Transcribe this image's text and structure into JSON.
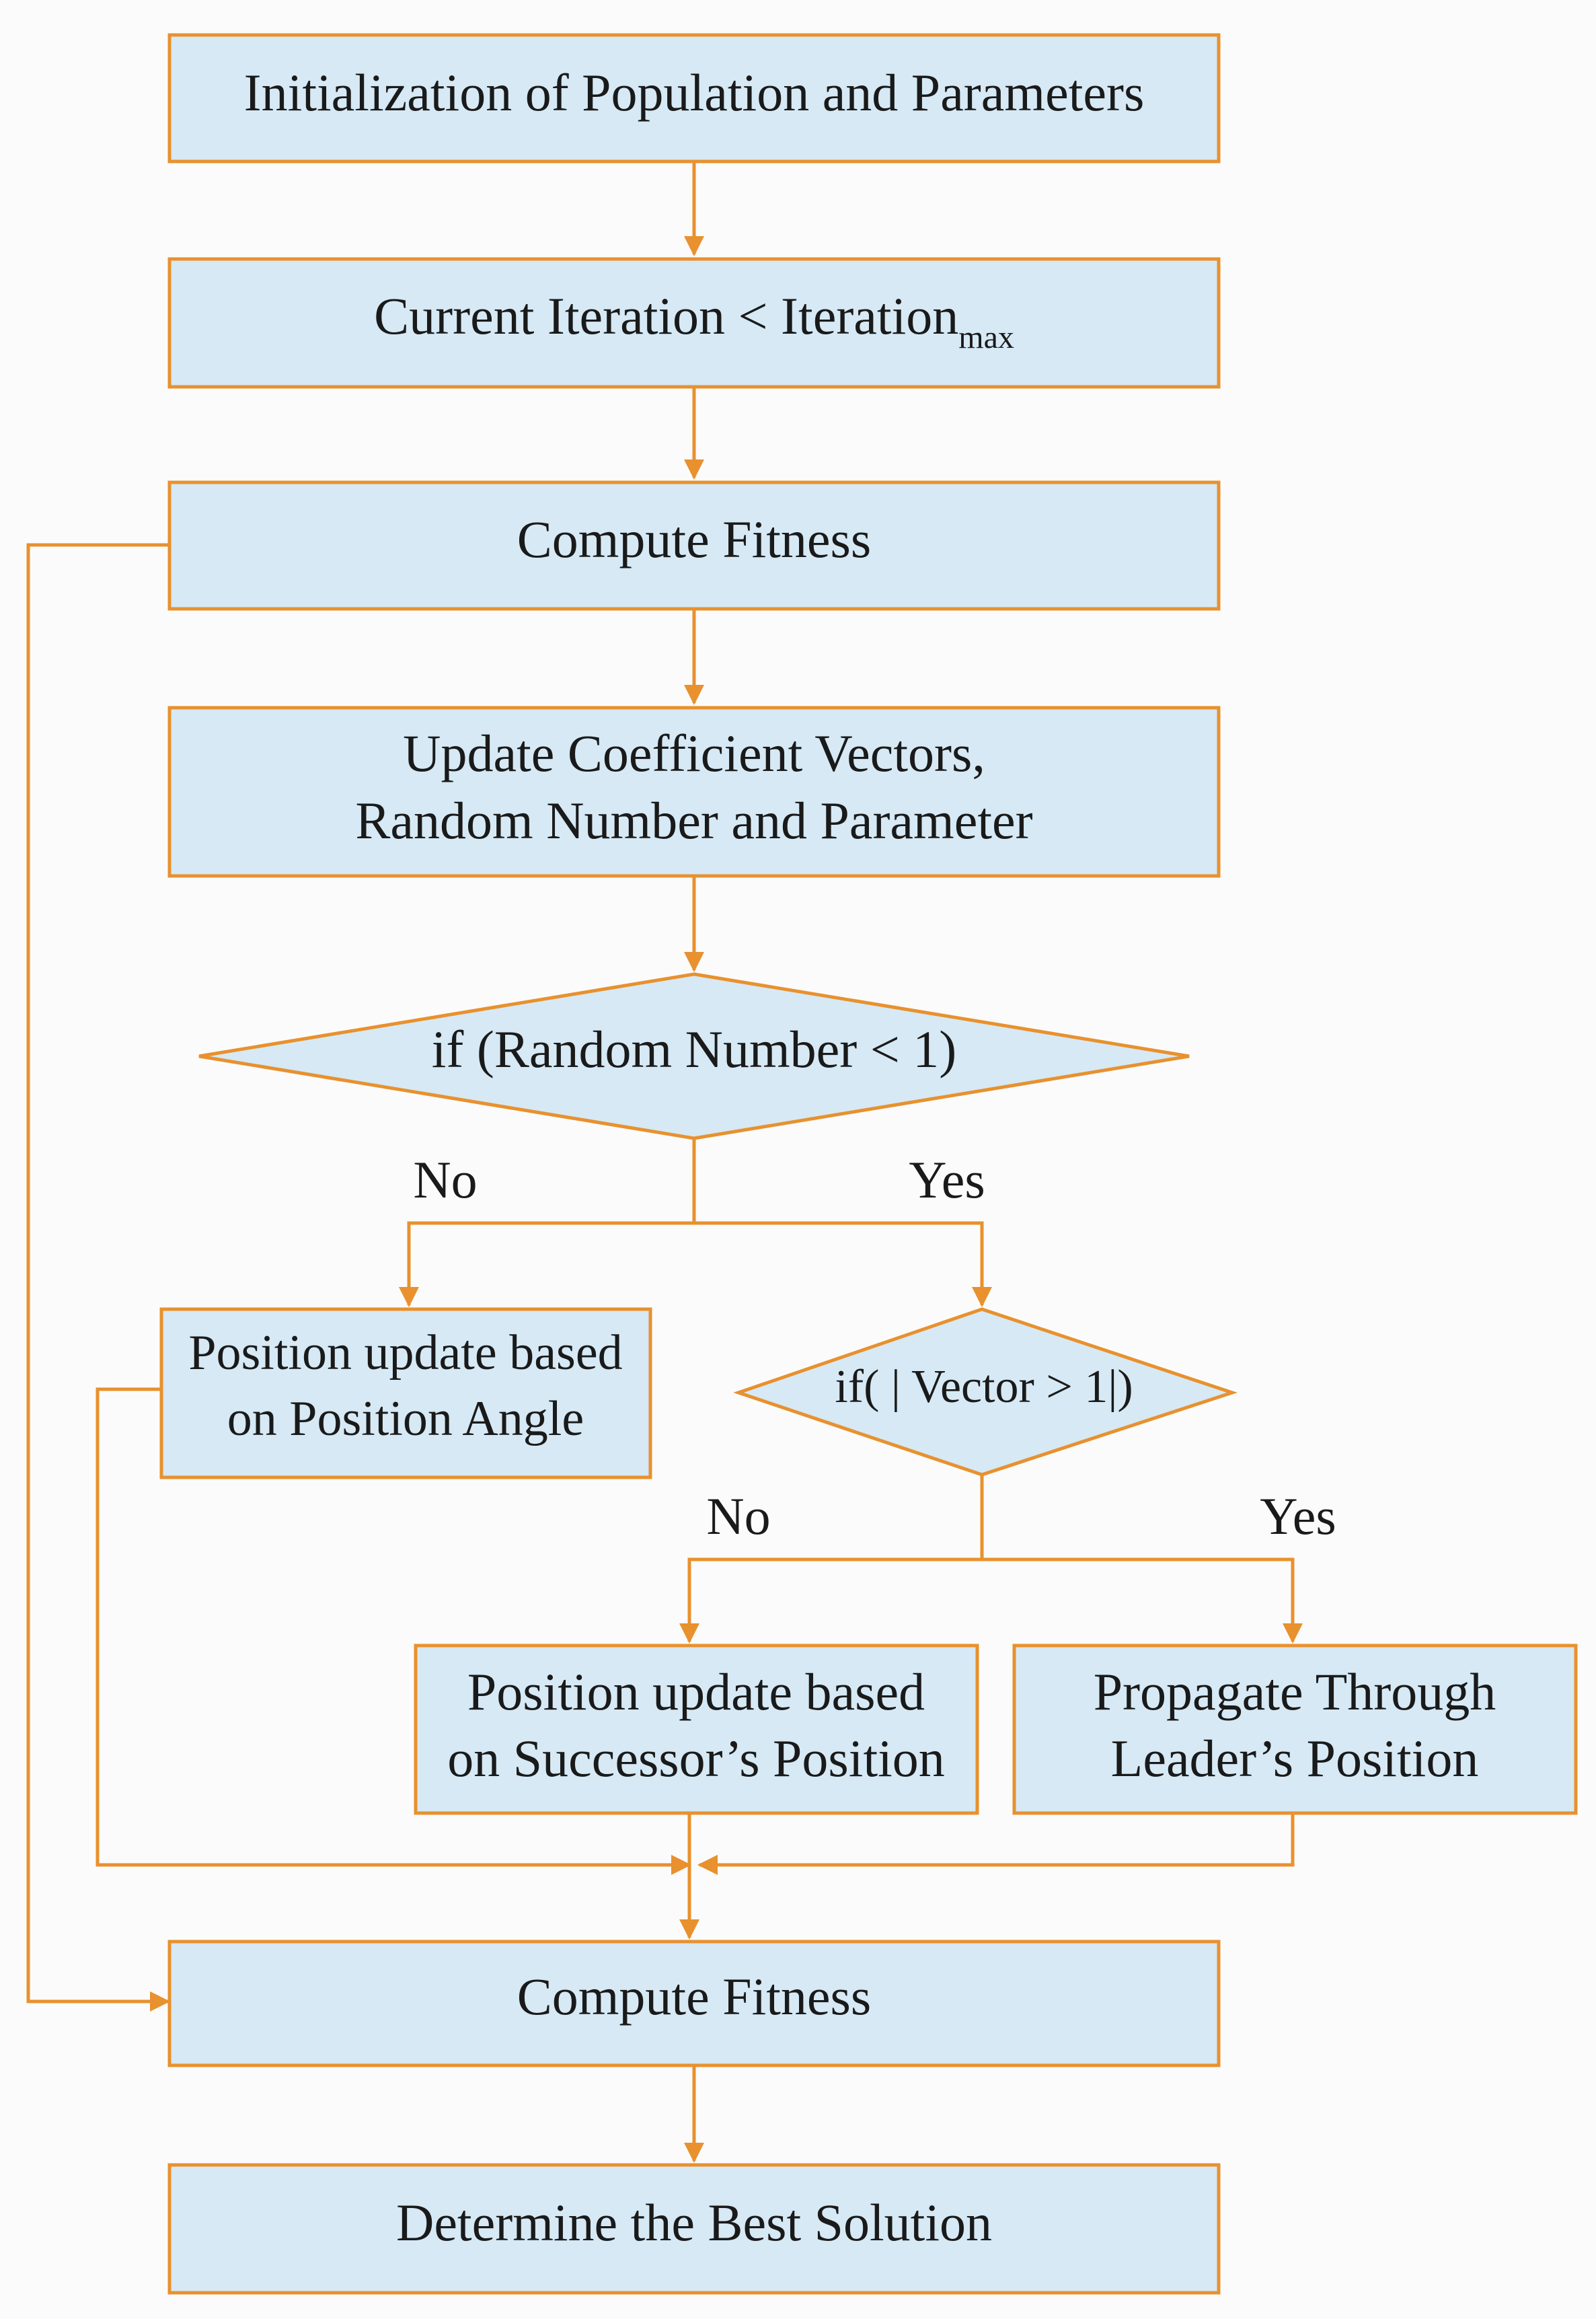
{
  "colors": {
    "box_fill": "#d6e9f5",
    "stroke": "#e8912e",
    "text": "#1a1a1a",
    "background": "#fbfbfb"
  },
  "nodes": {
    "init": "Initialization of Population and Parameters",
    "iteration_check": {
      "main": "Current Iteration < Iteration",
      "sub": "max"
    },
    "compute_fitness_1": "Compute Fitness",
    "update": {
      "line1": "Update Coefficient Vectors,",
      "line2": "Random Number and Parameter"
    },
    "decision_random": "if (Random Number < 1)",
    "angle_update": {
      "line1": "Position update based",
      "line2": "on Position Angle"
    },
    "decision_vector": "if( | Vector > 1|)",
    "successor_update": {
      "line1": "Position update based",
      "line2": "on Successor’s Position"
    },
    "leader_propagate": {
      "line1": "Propagate Through",
      "line2": "Leader’s Position"
    },
    "compute_fitness_2": "Compute Fitness",
    "best_solution": "Determine the Best Solution"
  },
  "edge_labels": {
    "random_no": "No",
    "random_yes": "Yes",
    "vector_no": "No",
    "vector_yes": "Yes"
  }
}
